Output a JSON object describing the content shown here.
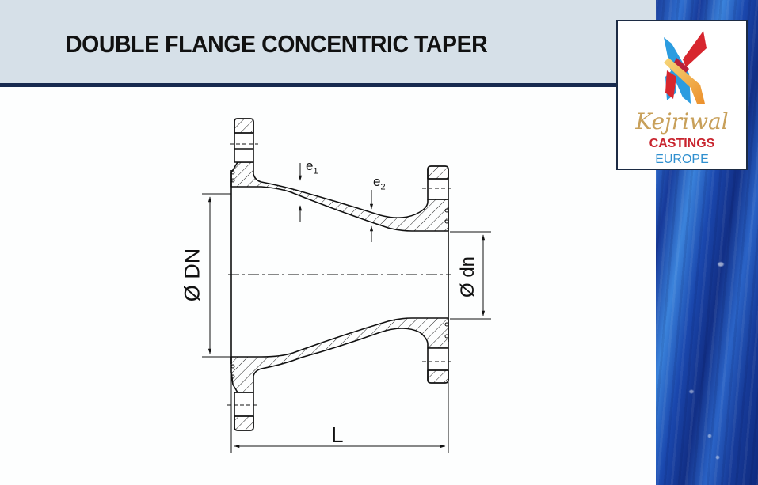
{
  "slide": {
    "title": "DOUBLE FLANGE CONCENTRIC TAPER",
    "colors": {
      "header_bg": "#d6e0e8",
      "header_rule": "#172a4f",
      "logo_border": "#1c2b44",
      "water_blue": "#1f4fb0"
    }
  },
  "logo": {
    "script_text": "Kejriwal",
    "company_text": "CASTINGS",
    "region_text": "EUROPE",
    "colors": {
      "script": "#c8a05a",
      "company": "#c8242e",
      "region": "#2f8fcf",
      "ribbon_red": "#d7262e",
      "ribbon_blue": "#2b9ce0",
      "ribbon_gold": "#f0b44a"
    }
  },
  "drawing": {
    "type": "technical-cross-section",
    "subject": "double flange concentric taper",
    "labels": {
      "large_diameter": "Ø DN",
      "small_diameter": "Ø dn",
      "wall_thickness_1": "e",
      "wall_thickness_1_sub": "1",
      "wall_thickness_2": "e",
      "wall_thickness_2_sub": "2",
      "length": "L"
    }
  }
}
